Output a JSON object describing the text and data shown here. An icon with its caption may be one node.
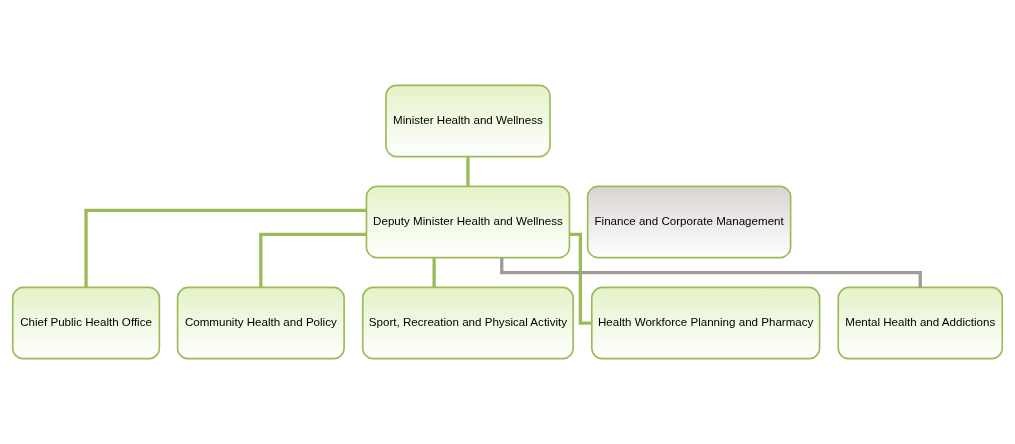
{
  "diagram": {
    "nodes": [
      {
        "text": [
          "Minister Health and Wellness"
        ]
      },
      {
        "text": [
          "Deputy Minister Health and Wellness"
        ]
      },
      {
        "text": [
          "Finance and Corporate Management"
        ]
      },
      {
        "text": [
          "Chief Public Health Office"
        ]
      },
      {
        "text": [
          "Community Health and Policy"
        ]
      },
      {
        "text": [
          "Sport, Recreation and Physical Activity"
        ]
      },
      {
        "text": [
          "Health Workforce Planning and Pharmacy"
        ]
      },
      {
        "text": [
          "Mental Health and Addictions"
        ]
      }
    ],
    "edges": [
      {
        "from": 0,
        "to": 1,
        "arrow": "none"
      },
      {
        "from": 1,
        "to": 3,
        "arrow": "none"
      },
      {
        "from": 1,
        "to": 4,
        "arrow": "none"
      },
      {
        "from": 1,
        "to": 5,
        "arrow": "none"
      },
      {
        "from": 1,
        "to": 6,
        "arrow": "none"
      },
      {
        "from": 1,
        "to": 7,
        "arrow": "none",
        "color": "#a09a96"
      }
    ]
  }
}
